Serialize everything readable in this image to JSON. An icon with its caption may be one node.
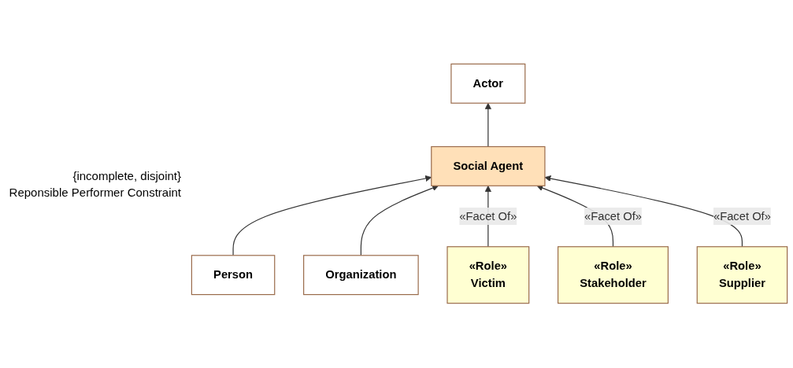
{
  "diagram": {
    "nodes": [
      {
        "text": [
          "Actor"
        ]
      },
      {
        "text": [
          "Social Agent"
        ]
      },
      {
        "text": [
          "Person"
        ]
      },
      {
        "text": [
          "Organization"
        ]
      },
      {
        "text": [
          "«Role»",
          "Victim"
        ]
      },
      {
        "text": [
          "«Role»",
          "Stakeholder"
        ]
      },
      {
        "text": [
          "«Role»",
          "Supplier"
        ]
      }
    ],
    "edges": [
      {
        "from": 1,
        "to": 0,
        "arrow": "to"
      },
      {
        "from": 2,
        "to": 1,
        "arrow": "to"
      },
      {
        "from": 3,
        "to": 1,
        "arrow": "to"
      },
      {
        "from": 4,
        "to": 1,
        "arrow": "to",
        "label": "«Facet Of»"
      },
      {
        "from": 5,
        "to": 1,
        "arrow": "to",
        "label": "«Facet Of»"
      },
      {
        "from": 6,
        "to": 1,
        "arrow": "to",
        "label": "«Facet Of»"
      }
    ],
    "labels": [
      "{incomplete, disjoint}",
      "Reponsible Performer Constraint"
    ]
  }
}
